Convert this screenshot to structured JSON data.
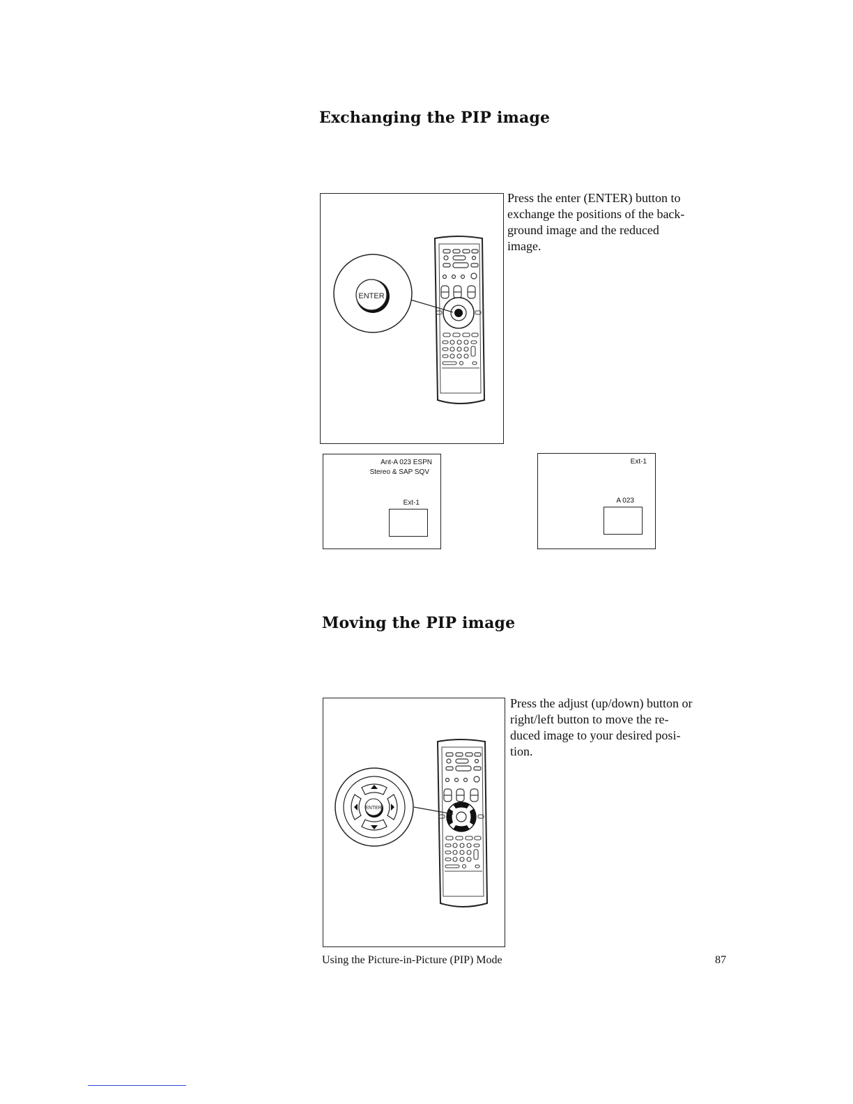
{
  "section1": {
    "title": "Exchanging the PIP image",
    "instruction": "Press the enter (ENTER) button to\nexchange the positions of the back-\nground image and the reduced\nimage.",
    "callout_label": "ENTER",
    "screen_before": {
      "line1": "Ant-A 023  ESPN",
      "line2": "Stereo & SAP SQV",
      "pip_label": "Ext-1"
    },
    "screen_after": {
      "line1": "Ext-1",
      "pip_label": "A 023"
    }
  },
  "section2": {
    "title": "Moving the PIP image",
    "instruction": "Press the adjust (up/down) button or\nright/left button to move the re-\nduced image to your desired posi-\ntion.",
    "callout_label": "ENTER"
  },
  "footer": {
    "section_title": "Using the Picture-in-Picture (PIP) Mode",
    "page_number": "87"
  }
}
